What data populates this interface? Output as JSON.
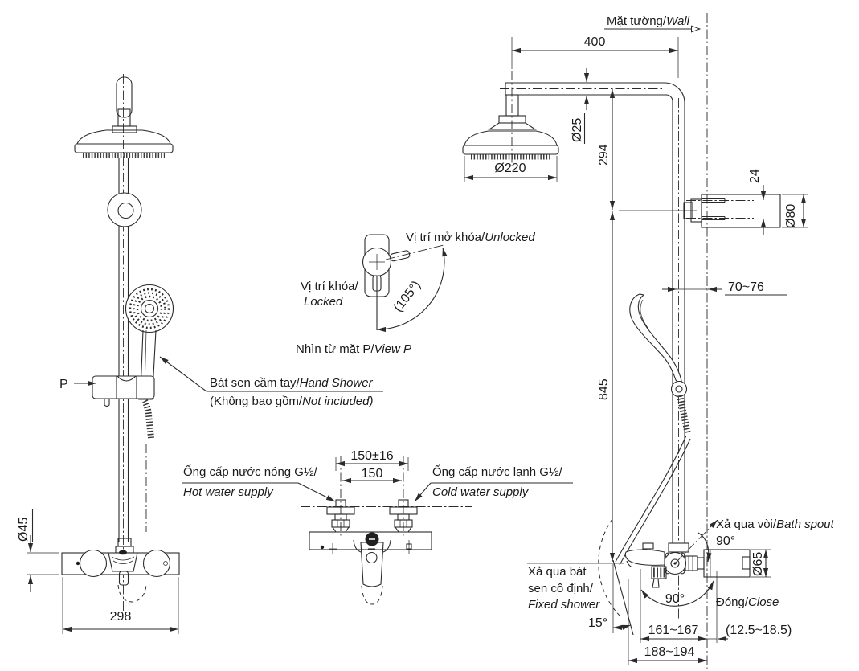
{
  "labels": {
    "wall_vi": "Mặt tường/",
    "wall_en": "Wall",
    "unlocked_vi": "Vị trí mở khóa/",
    "unlocked_en": "Unlocked",
    "locked_vi": "Vị trí khóa/",
    "locked_en": "Locked",
    "view_p_vi": "Nhìn từ mặt P/",
    "view_p_en": "View P",
    "p_marker": "P",
    "hand_shower_vi": "Bát sen cầm tay/",
    "hand_shower_en": "Hand Shower",
    "hand_shower_note_vi": "(Không bao gồm/",
    "hand_shower_note_en": "Not included)",
    "hot_supply_vi": "Ống cấp nước nóng G½/",
    "hot_supply_en": "Hot water supply",
    "cold_supply_vi": "Ống cấp nước lạnh G½/",
    "cold_supply_en": "Cold water supply",
    "bath_spout_vi": "Xả qua vòi/",
    "bath_spout_en": "Bath spout",
    "fixed_shower_vi1": "Xả qua bát",
    "fixed_shower_vi2": "sen cố định/",
    "fixed_shower_en": "Fixed shower",
    "close_vi": "Đóng/",
    "close_en": "Close"
  },
  "dimensions": {
    "arm_length": "400",
    "head_diameter": "Ø220",
    "arm_tube_diameter": "Ø25",
    "arm_to_supply": "294",
    "supply_ports_gap": "24",
    "wall_flange_diameter": "Ø80",
    "pipe_to_wall": "70~76",
    "column_height": "845",
    "valve_diameter": "Ø45",
    "valve_width": "298",
    "supply_pitch_tolerance": "150±16",
    "supply_pitch": "150",
    "unlock_angle": "(105°)",
    "bath_spout_angle": "90°",
    "spout_swing_angle": "90°",
    "handle_tilt_angle": "15°",
    "spout_reach": "161~167",
    "wall_clearance": "(12.5~18.5)",
    "spout_reach_max": "188~194",
    "socket_diameter": "Ø65"
  },
  "colors": {
    "line": "#2b2b2b",
    "text": "#1a1a1a",
    "background": "#ffffff"
  }
}
